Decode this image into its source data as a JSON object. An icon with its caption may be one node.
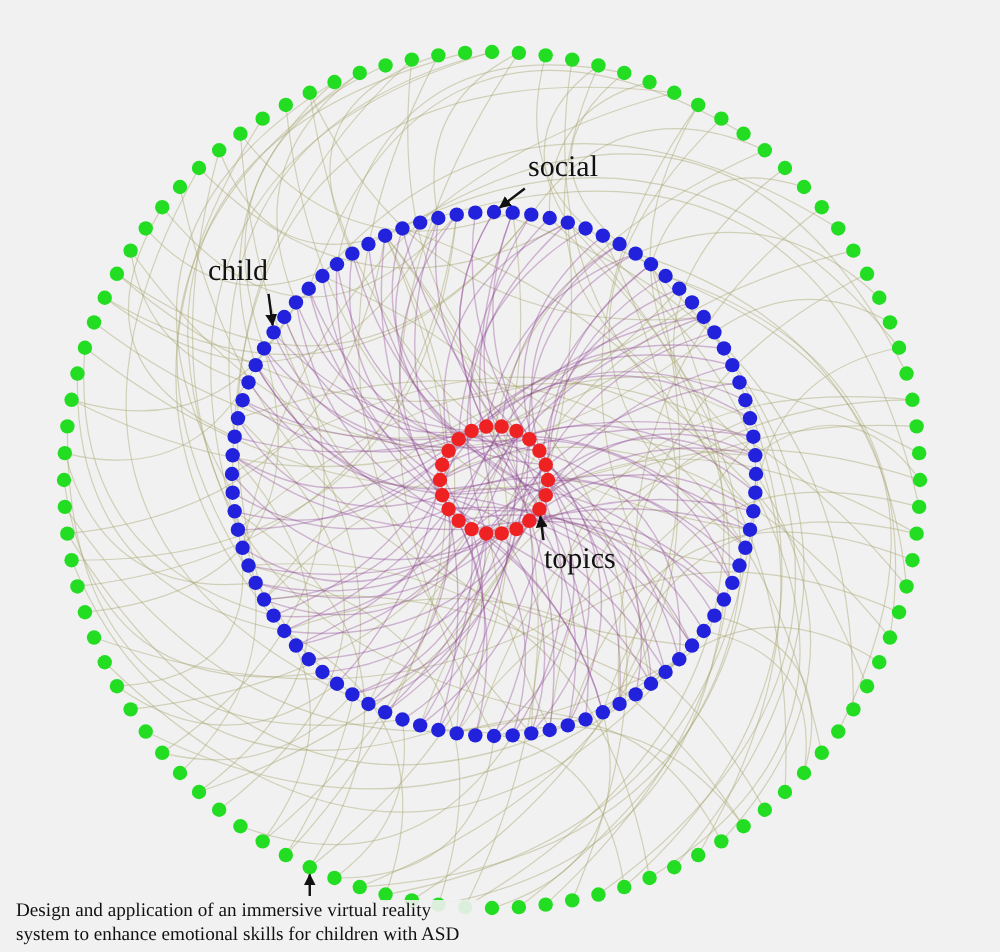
{
  "diagram": {
    "nodes": [
      {
        "text": [
          "social"
        ]
      },
      {
        "text": [],
        "shape": "circle"
      },
      {
        "text": [
          "child"
        ]
      },
      {
        "text": [],
        "shape": "circle"
      },
      {
        "text": [
          "topics"
        ]
      },
      {
        "text": [],
        "shape": "circle"
      },
      {
        "text": [
          "Design and application of an immersive virtual reality system to enhance emotional skills for children with ASD"
        ]
      },
      {
        "text": [],
        "shape": "circle"
      }
    ],
    "edges": [
      {
        "from": 0,
        "to": 1,
        "arrow": "to"
      },
      {
        "from": 2,
        "to": 3,
        "arrow": "to"
      },
      {
        "from": 4,
        "to": 5,
        "arrow": "to"
      },
      {
        "from": 6,
        "to": 7,
        "arrow": "to"
      }
    ]
  }
}
